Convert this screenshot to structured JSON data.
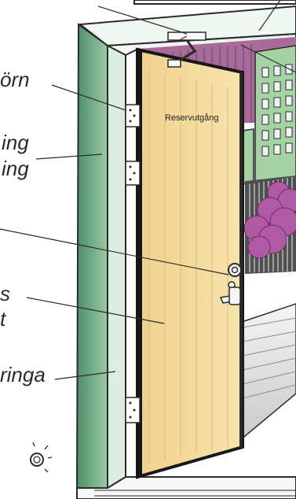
{
  "diagram": {
    "door_sign": "Reservutgång",
    "labels": {
      "hinge": "örn",
      "seal_line_1": "ing",
      "seal_line_2": "ing",
      "lock_line_1": "s",
      "lock_line_2": "t",
      "threshold": "ringa"
    },
    "colors": {
      "door_leaf": "#f4dc9f",
      "door_outline": "#171717",
      "frame_inner": "#d9eadf",
      "green_wall": "#5a9a77",
      "sky_pink": "#a86a98",
      "building_green": "#a4d2a5",
      "bush_purple": "#b05aa4",
      "fence_dark": "#4a4a4a",
      "ground_grey": "#c8c8c8"
    },
    "icons": {
      "closer": "door-closer-icon",
      "hinges": "hinge-icon",
      "handle": "door-handle-icon",
      "light": "light-source-icon"
    }
  }
}
